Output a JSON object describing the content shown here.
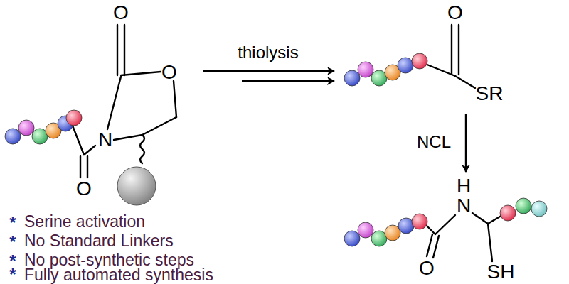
{
  "diagram": {
    "labels": [
      "O",
      "O",
      "N",
      "O",
      "thiolysis",
      "O",
      "SR",
      "NCL",
      "H",
      "N",
      "O",
      "SH",
      "*",
      "Serine activation",
      "*",
      "No Standard Linkers",
      "*",
      "No post-synthetic steps",
      "*",
      "Fully automated synthesis"
    ]
  }
}
